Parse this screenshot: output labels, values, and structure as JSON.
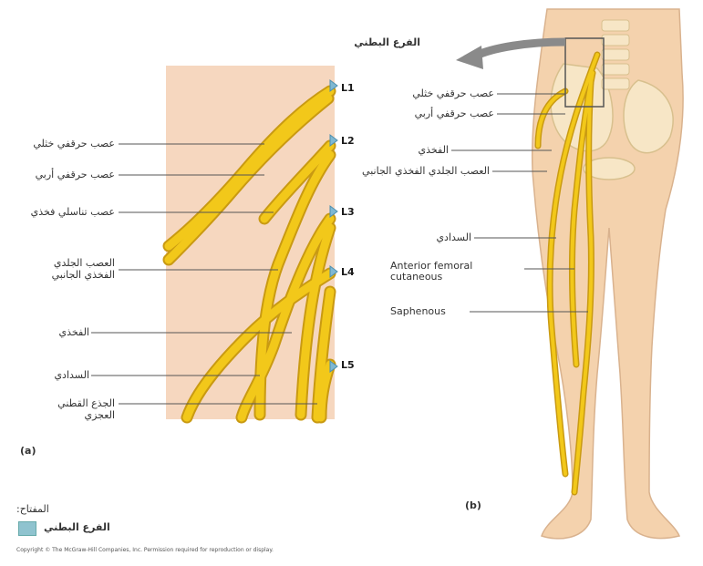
{
  "panel_a": {
    "panel_label": "(a)",
    "root_labels": [
      "L1",
      "L2",
      "L3",
      "L4",
      "L5"
    ],
    "labels": [
      "عصب حرقفي خثلي",
      "عصب حرقفي أربي",
      "عصب تناسلي فخذي",
      "العصب الجلدي الفخذي الجانبي",
      "الفخذي",
      "السدادي",
      "الجذع القطني العجزي"
    ]
  },
  "panel_b": {
    "panel_label": "(b)",
    "title": "الفرع البطني",
    "labels": [
      "عصب حرقفي خثلي",
      "عصب حرقفي أربي",
      "الفخذي",
      "العصب الجلدي الفخذي الجانبي",
      "السدادي",
      "Anterior femoral cutaneous",
      "Saphenous"
    ]
  },
  "legend": {
    "title": "المفتاح:",
    "item": "الفرع البطني"
  },
  "copyright": "Copyright © The McGraw-Hill Companies, Inc. Permission required for reproduction or display.",
  "colors": {
    "panel_bg": "#f6d7bf",
    "nerve": "#f2c81a",
    "nerve_edge": "#c99a12",
    "skin": "#f4d2ad",
    "skin_edge": "#d9b28e",
    "root_marker": "#7fb8d2",
    "arrow": "#8a8a8a"
  }
}
